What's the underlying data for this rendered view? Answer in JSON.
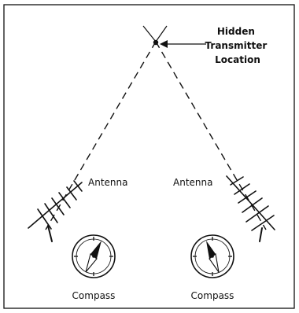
{
  "diagram": {
    "callout_lines": [
      "Hidden",
      "Transmitter",
      "Location"
    ],
    "antenna_left_label": "Antenna",
    "antenna_right_label": "Antenna",
    "compass_left_label": "Compass",
    "compass_right_label": "Compass"
  },
  "colors": {
    "ink": "#111111",
    "paper": "#ffffff"
  },
  "icons": [
    "yagi-antenna-icon",
    "compass-icon",
    "arrow-left-icon"
  ]
}
